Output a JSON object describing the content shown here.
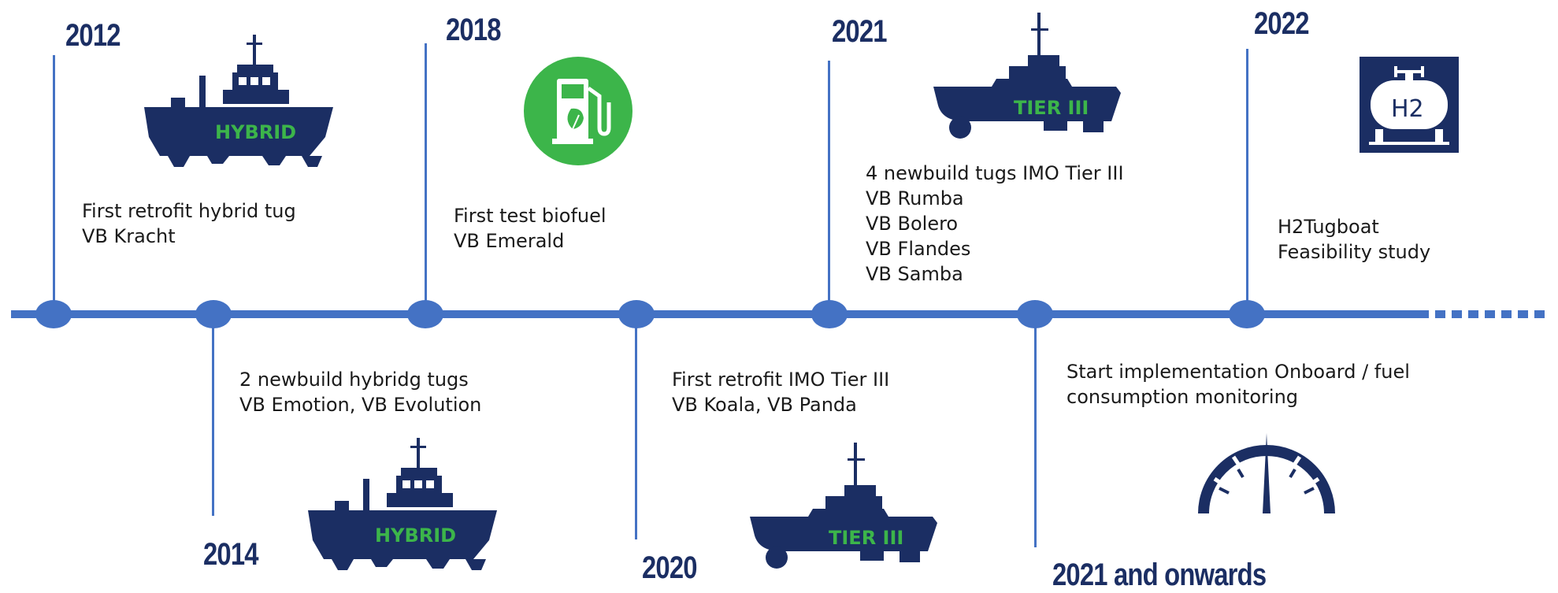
{
  "colors": {
    "accent": "#4472c4",
    "navy": "#1b2e63",
    "green": "#3cb54a"
  },
  "events": [
    {
      "year": "2012",
      "lines": [
        "First retrofit hybrid tug",
        "VB Kracht"
      ],
      "icon": "hybrid-tug-icon",
      "badge": "HYBRID"
    },
    {
      "year": "2014",
      "lines": [
        "2 newbuild hybridg tugs",
        "VB Emotion, VB Evolution"
      ],
      "icon": "hybrid-tug-icon",
      "badge": "HYBRID"
    },
    {
      "year": "2018",
      "lines": [
        "First test biofuel",
        "VB Emerald"
      ],
      "icon": "biofuel-pump-icon"
    },
    {
      "year": "2020",
      "lines": [
        "First retrofit IMO Tier III",
        "VB Koala, VB Panda"
      ],
      "icon": "tier3-tug-icon",
      "badge": "TIER III"
    },
    {
      "year": "2021",
      "lines": [
        "4 newbuild tugs IMO Tier III",
        "VB Rumba",
        "VB Bolero",
        "VB Flandes",
        "VB Samba"
      ],
      "icon": "tier3-tug-icon",
      "badge": "TIER III"
    },
    {
      "year": "2021 and onwards",
      "lines": [
        "Start implementation Onboard / fuel",
        "consumption monitoring"
      ],
      "icon": "gauge-icon"
    },
    {
      "year": "2022",
      "lines": [
        "H2Tugboat",
        "Feasibility study"
      ],
      "icon": "hydrogen-tank-icon",
      "badge": "H2"
    }
  ]
}
